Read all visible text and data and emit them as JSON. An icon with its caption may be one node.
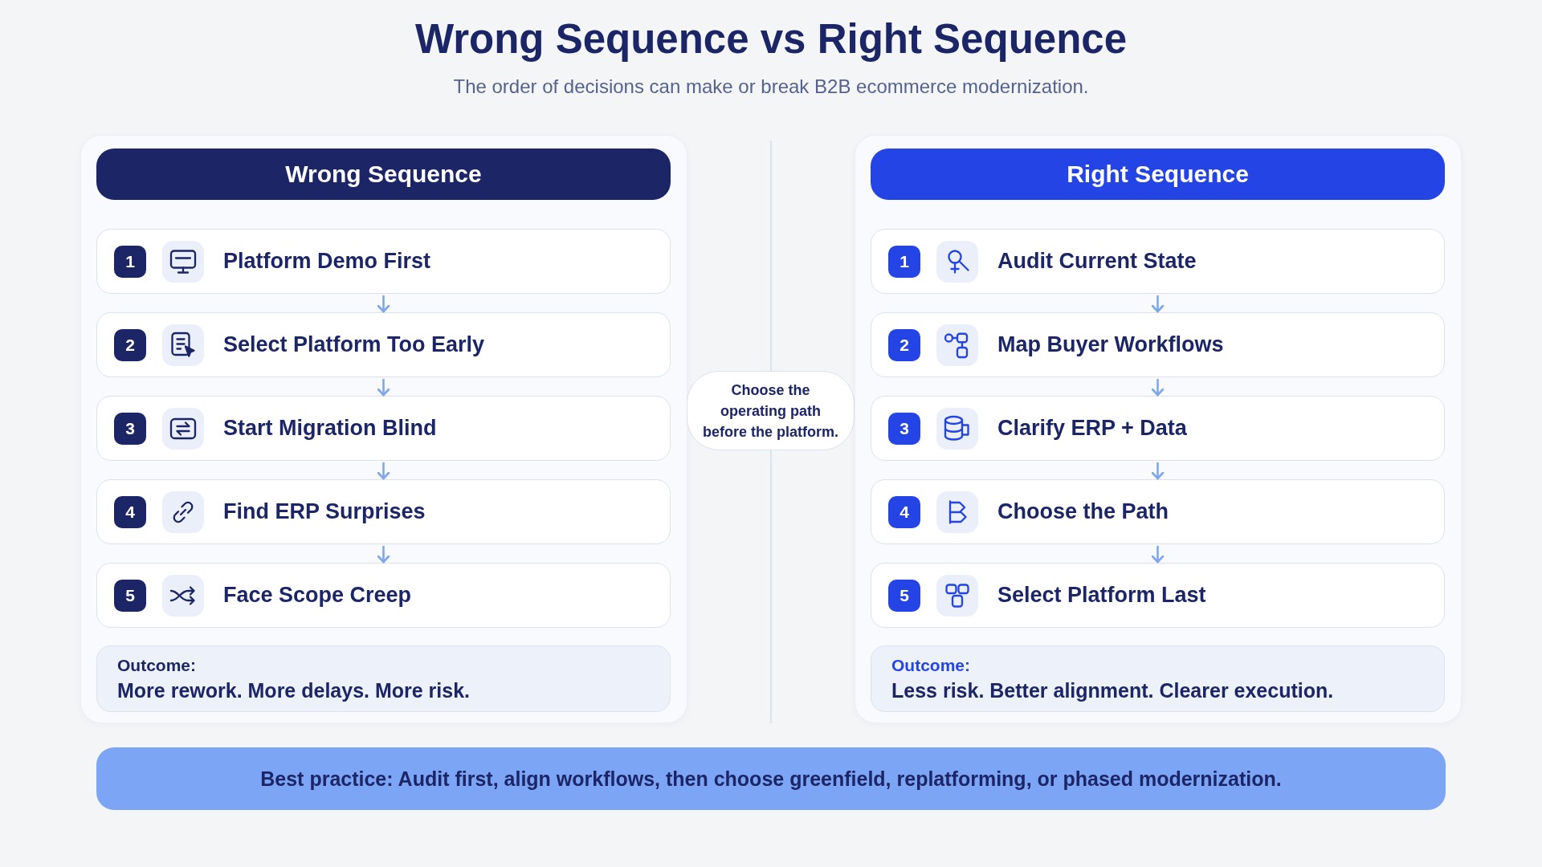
{
  "diagram": {
    "title": "Wrong Sequence vs Right Sequence",
    "nodes": [
      {
        "text": [
          "Wrong Sequence"
        ]
      },
      {
        "text": [
          "1",
          "Platform Demo First"
        ],
        "in": 0
      },
      {
        "text": [
          "2",
          "Select Platform Too Early"
        ],
        "in": 0
      },
      {
        "text": [
          "3",
          "Start Migration Blind"
        ],
        "in": 0
      },
      {
        "text": [
          "4",
          "Find ERP Surprises"
        ],
        "in": 0
      },
      {
        "text": [
          "5",
          "Face Scope Creep"
        ],
        "in": 0
      },
      {
        "text": [
          "Outcome:",
          "More rework. More delays. More risk."
        ],
        "in": 0
      },
      {
        "text": [
          "Choose the operating path before the platform."
        ]
      },
      {
        "text": [
          "Right Sequence"
        ]
      },
      {
        "text": [
          "1",
          "Audit Current State"
        ],
        "in": 8
      },
      {
        "text": [
          "2",
          "Map Buyer Workflows"
        ],
        "in": 8
      },
      {
        "text": [
          "3",
          "Clarify ERP + Data"
        ],
        "in": 8
      },
      {
        "text": [
          "4",
          "Choose the Path"
        ],
        "in": 8
      },
      {
        "text": [
          "5",
          "Select Platform Last"
        ],
        "in": 8
      },
      {
        "text": [
          "Outcome:",
          "Less risk. Better alignment. Clearer execution."
        ],
        "in": 8
      },
      {
        "text": [
          "Best practice: Audit first, align workflows, then choose greenfield, replatforming, or phased modernization."
        ]
      }
    ],
    "edges": [
      {
        "from": 1,
        "to": 2,
        "arrow": "to"
      },
      {
        "from": 2,
        "to": 3,
        "arrow": "to"
      },
      {
        "from": 3,
        "to": 4,
        "arrow": "to"
      },
      {
        "from": 4,
        "to": 5,
        "arrow": "to"
      },
      {
        "from": 9,
        "to": 10,
        "arrow": "to"
      },
      {
        "from": 10,
        "to": 11,
        "arrow": "to"
      },
      {
        "from": 11,
        "to": 12,
        "arrow": "to"
      },
      {
        "from": 12,
        "to": 13,
        "arrow": "to"
      }
    ],
    "labels": [
      "The order of decisions can make or break B2B ecommerce modernization."
    ]
  }
}
